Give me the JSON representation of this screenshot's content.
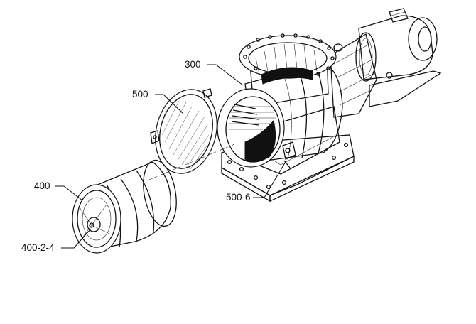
{
  "labels": {
    "housing": "300",
    "cover": "500",
    "basket": "400",
    "basket_hub": "400-2-4",
    "latch": "500-6"
  },
  "colors": {
    "ink": "#111111",
    "paper": "#ffffff"
  }
}
